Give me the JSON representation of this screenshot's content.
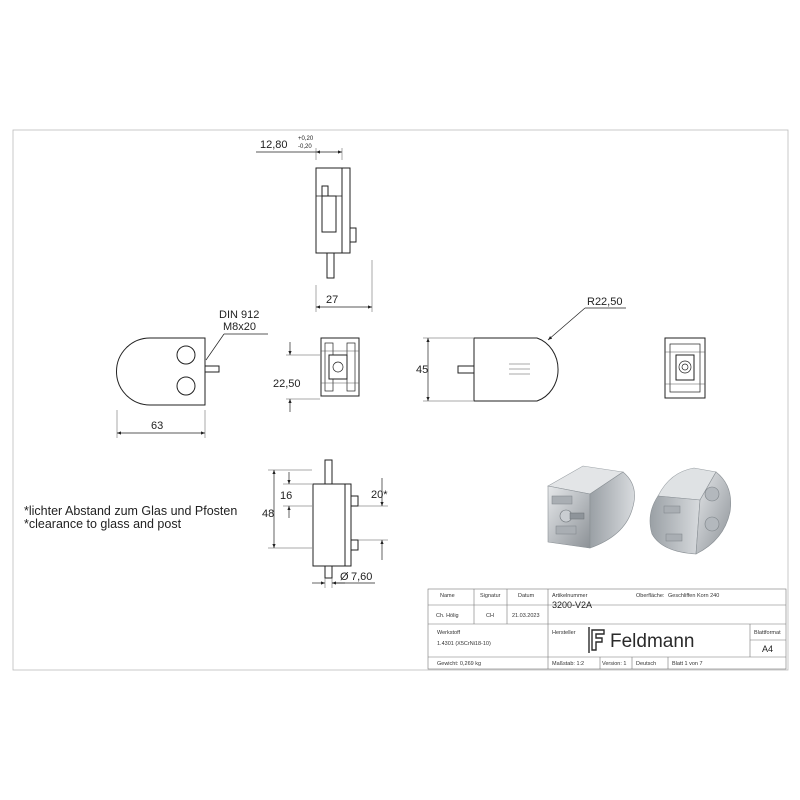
{
  "dimensions": {
    "width_main": "12,80",
    "tol_plus": "+0,20",
    "tol_minus": "-0,20",
    "depth": "27",
    "din": "DIN 912",
    "screw": "M8x20",
    "length": "63",
    "height_small": "22,50",
    "height": "45",
    "radius": "R22,50",
    "d16": "16",
    "d48": "48",
    "d20": "20*",
    "diameter": "7,60",
    "diameter_symbol": "Ø"
  },
  "notes": [
    "*lichter Abstand zum Glas und Pfosten",
    "*clearance to glass and post"
  ],
  "title_block": {
    "col_name": "Name",
    "col_signature": "Signatur",
    "col_date": "Datum",
    "col_article": "Artikelnummer",
    "col_surface": "Oberfläche:",
    "surface_value": "Geschliffen Korn 240",
    "row_name": "Ch. Hölig",
    "row_signature": "CH",
    "row_date": "21.03.2023",
    "article_value": "3200-V2A",
    "label_material": "Werkstoff",
    "material_value": "1.4301 (X5CrNi18-10)",
    "label_manufacturer": "Hersteller",
    "brand": "Feldmann",
    "label_format": "Blattformat",
    "format_value": "A4",
    "weight": "Gewicht: 0,269 kg",
    "scale": "Maßstab: 1:2",
    "version": "Version: 1",
    "language": "Deutsch",
    "sheet": "Blatt 1 von 7"
  }
}
